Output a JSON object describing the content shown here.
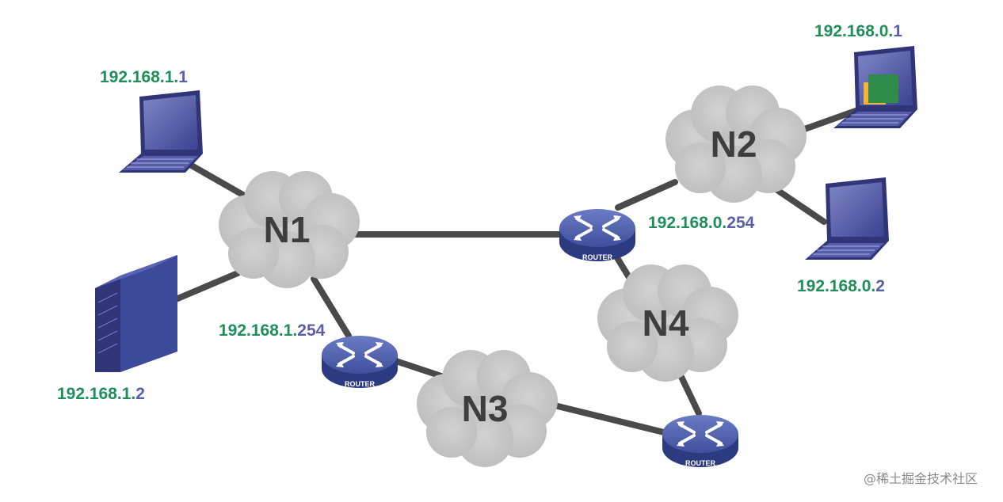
{
  "clouds": {
    "n1": "N1",
    "n2": "N2",
    "n3": "N3",
    "n4": "N4"
  },
  "routers": {
    "label": "ROUTER"
  },
  "addresses": {
    "laptop_left": {
      "net": "192.168.1.",
      "host": "1"
    },
    "server": {
      "net": "192.168.1.",
      "host": "2"
    },
    "router_left": {
      "net": "192.168.1.",
      "host": "254"
    },
    "router_top": {
      "net": "192.168.0.",
      "host": "254"
    },
    "laptop_right_top": {
      "net": "192.168.0.",
      "host": "1"
    },
    "laptop_right_bottom": {
      "net": "192.168.0.",
      "host": "2"
    }
  },
  "colors": {
    "network_part": "#1f8f5a",
    "host_part": "#5a5fa8",
    "link": "#4a4a4a",
    "cloud": "#c8c8c8",
    "router_body": "#3f4f9c"
  },
  "icons": [
    "laptop-icon",
    "server-icon",
    "router-icon",
    "cloud-icon"
  ],
  "watermark": "@稀土掘金技术社区"
}
